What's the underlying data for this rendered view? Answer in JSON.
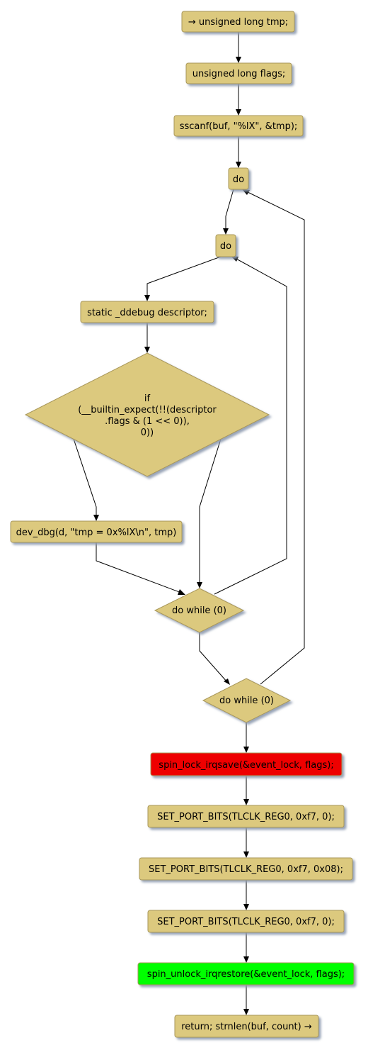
{
  "colors": {
    "node_fill": "#dcc97e",
    "node_stroke": "#a8975a",
    "shadow": "#9aa6b5",
    "lock_fill": "#ee0000",
    "unlock_fill": "#00ff00",
    "edge": "#000000"
  },
  "nodes": {
    "n1": "→ unsigned long tmp;",
    "n2": "unsigned long flags;",
    "n3": "sscanf(buf, \"%lX\", &tmp);",
    "n4": "do",
    "n5": "do",
    "n6": "static _ddebug descriptor;",
    "n7_line1": "if",
    "n7_line2": "(__builtin_expect(!!(descriptor",
    "n7_line3": ".flags & (1 << 0)),",
    "n7_line4": "0))",
    "n8": "dev_dbg(d, \"tmp = 0x%lX\\n\", tmp)",
    "n9": "do while (0)",
    "n10": "do while (0)",
    "n11": "spin_lock_irqsave(&event_lock, flags);",
    "n12": "SET_PORT_BITS(TLCLK_REG0, 0xf7, 0);",
    "n13": "SET_PORT_BITS(TLCLK_REG0, 0xf7, 0x08);",
    "n14": "SET_PORT_BITS(TLCLK_REG0, 0xf7, 0);",
    "n15": "spin_unlock_irqrestore(&event_lock, flags);",
    "n16": "return; strnlen(buf, count) →"
  }
}
